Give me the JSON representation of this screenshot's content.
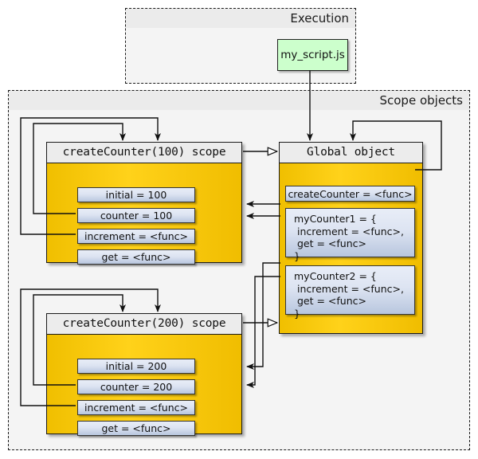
{
  "diagram": {
    "title": "JavaScript closure scope diagram",
    "colors": {
      "scope_yellow": "#f5c600",
      "property_blue": "#dde4f2",
      "script_green": "#ccffcc",
      "frame_gray": "#f4f4f4",
      "header_gray": "#ececec",
      "line_black": "#1a1a1a"
    }
  },
  "execution_frame": {
    "label": "Execution",
    "script_node": {
      "label": "my_script.js"
    }
  },
  "scope_frame": {
    "label": "Scope objects"
  },
  "scopes": [
    {
      "id": "scope-100",
      "title": "createCounter(100) scope",
      "properties": [
        {
          "name": "initial",
          "label": "initial = 100"
        },
        {
          "name": "counter",
          "label": "counter = 100"
        },
        {
          "name": "increment",
          "label": "increment = <func>"
        },
        {
          "name": "get",
          "label": "get = <func>"
        }
      ]
    },
    {
      "id": "scope-200",
      "title": "createCounter(200) scope",
      "properties": [
        {
          "name": "initial",
          "label": "initial = 200"
        },
        {
          "name": "counter",
          "label": "counter = 200"
        },
        {
          "name": "increment",
          "label": "increment = <func>"
        },
        {
          "name": "get",
          "label": "get = <func>"
        }
      ]
    }
  ],
  "global_object": {
    "title": "Global object",
    "properties": [
      {
        "name": "createCounter",
        "label": "createCounter = <func>"
      },
      {
        "name": "myCounter1",
        "label": "myCounter1 = {\n increment = <func>,\n get = <func>\n}"
      },
      {
        "name": "myCounter2",
        "label": "myCounter2 = {\n increment = <func>,\n get = <func>\n}"
      }
    ]
  }
}
